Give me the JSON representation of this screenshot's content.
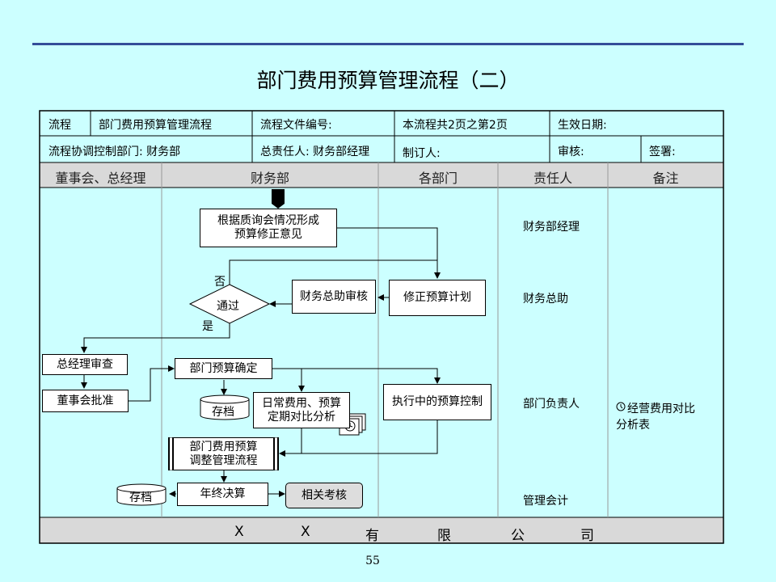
{
  "title": "部门费用预算管理流程（二）",
  "page_number": "55",
  "header": {
    "row1": {
      "flow_label": "流程",
      "flow_name": "部门费用预算管理流程",
      "doc_no_label": "流程文件编号:",
      "pages": "本流程共2页之第2页",
      "effective_date_label": "生效日期:"
    },
    "row2": {
      "coord_dept": "流程协调控制部门: 财务部",
      "owner": "总责任人: 财务部经理",
      "prepared_by": "制订人:",
      "review": "审核:",
      "sign": "签署:"
    }
  },
  "lanes": [
    "董事会、总经理",
    "财务部",
    "各部门",
    "责任人",
    "备注"
  ],
  "responsible": [
    "财务部经理",
    "财务总助",
    "部门负责人",
    "管理会计"
  ],
  "note": {
    "icon": "clock-icon",
    "line1": "经营费用对比",
    "line2": "分析表"
  },
  "nodes": {
    "opinion": {
      "line1": "根据质询会情况形成",
      "line2": "预算修正意见"
    },
    "revise": "修正预算计划",
    "fin_review": "财务总助审核",
    "pass": "通过",
    "no": "否",
    "yes": "是",
    "gm_review": "总经理审查",
    "board_approve": "董事会批准",
    "dept_confirm": "部门预算确定",
    "archive": "存档",
    "daily_compare": {
      "line1": "日常费用、预算",
      "line2": "定期对比分析"
    },
    "exec_control": "执行中的预算控制",
    "adjust_flow": {
      "line1": "部门费用预算",
      "line2": "调整管理流程"
    },
    "year_end": "年终决算",
    "related_assess": "相关考核",
    "archive2": "存档"
  },
  "company": [
    "X",
    "X",
    "有",
    "限",
    "公",
    "司"
  ],
  "colors": {
    "background": "#CCFFFF",
    "title_line": "#334D99",
    "lane_header": "#D9D9D9",
    "grid": "#999999"
  }
}
